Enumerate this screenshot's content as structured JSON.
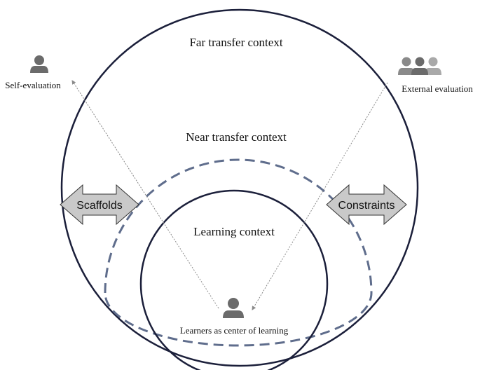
{
  "contexts": {
    "far": "Far transfer context",
    "near": "Near transfer context",
    "learning": "Learning context"
  },
  "learners_label": "Learners as center of learning",
  "self_evaluation_label": "Self-evaluation",
  "external_evaluation_label": "External evaluation",
  "scaffolds_label": "Scaffolds",
  "constraints_label": "Constraints",
  "icons": {
    "self_evaluation": "person-icon",
    "external_evaluation": "people-group-icon",
    "learners": "person-icon"
  },
  "colors": {
    "outline": "#1b1f3a",
    "dashed": "#5f6d8c",
    "arrow_fill": "#c9c9c9",
    "icon": "#6b6b6b",
    "icon_light": "#a9a9a9"
  }
}
